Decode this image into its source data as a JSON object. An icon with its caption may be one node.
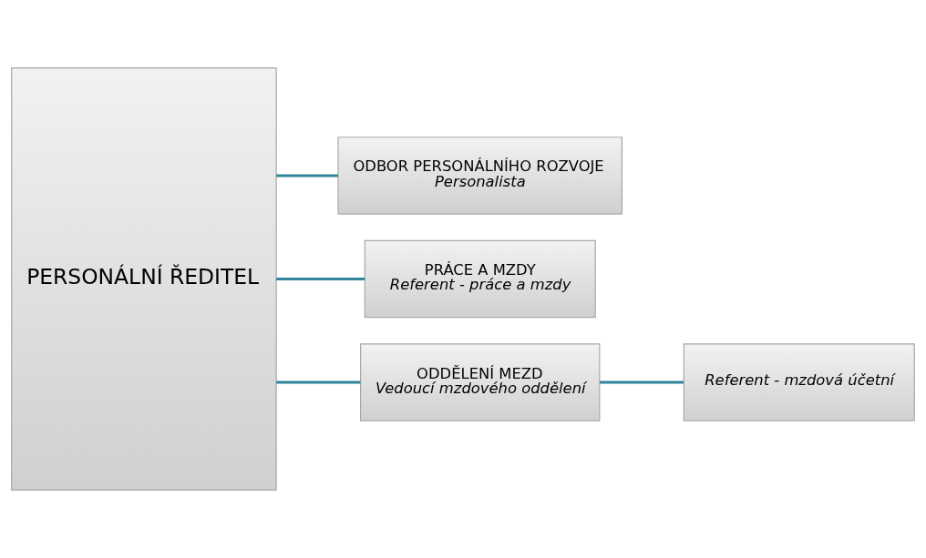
{
  "diagram": {
    "nodes": [
      {
        "text": [
          "PERSONÁLNÍ ŘEDITEL"
        ]
      },
      {
        "text": [
          "ODBOR PERSONÁLNÍHO ROZVOJE",
          "Personalista"
        ]
      },
      {
        "text": [
          "PRÁCE A MZDY",
          "Referent - práce a mzdy"
        ]
      },
      {
        "text": [
          "ODDĚLENÍ MEZD",
          "Vedoucí mzdového oddělení"
        ]
      },
      {
        "text": [
          "Referent - mzdová účetní"
        ]
      }
    ],
    "edges": [
      {
        "from": 0,
        "to": 1,
        "arrow": "none"
      },
      {
        "from": 0,
        "to": 2,
        "arrow": "none"
      },
      {
        "from": 0,
        "to": 3,
        "arrow": "none"
      },
      {
        "from": 3,
        "to": 4,
        "arrow": "none"
      }
    ]
  }
}
